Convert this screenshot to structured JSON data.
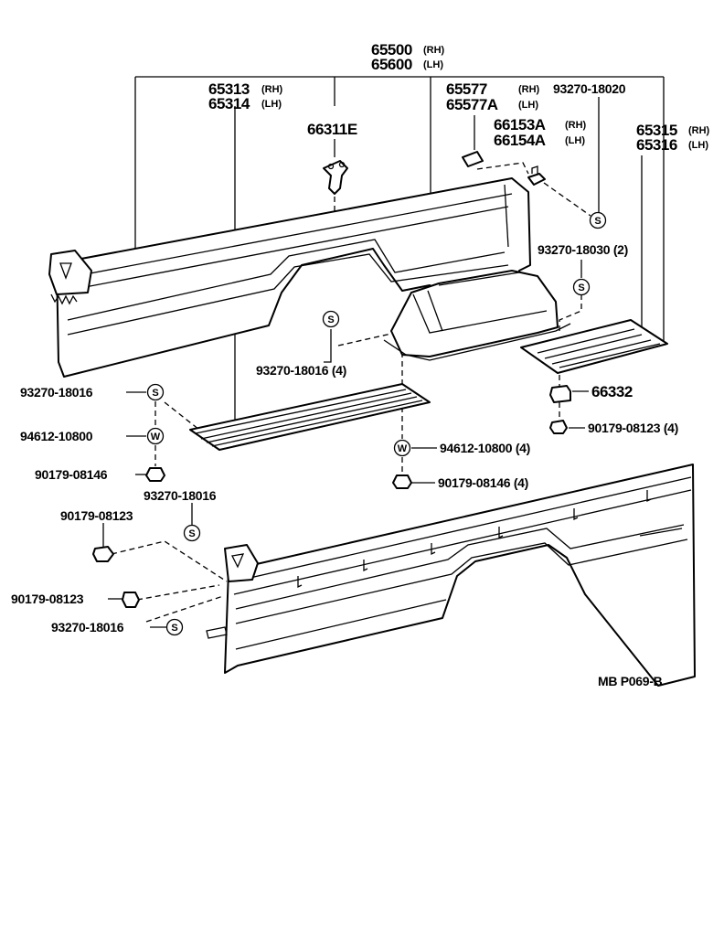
{
  "labels": {
    "assy_rh": "65500",
    "assy_rh_suffix": "(RH)",
    "assy_lh": "65600",
    "assy_lh_suffix": "(LH)",
    "side_rh": "65313",
    "side_rh_suffix": "(RH)",
    "side_lh": "65314",
    "side_lh_suffix": "(LH)",
    "hook": "66311E",
    "bracket_rh": "65577",
    "bracket_rh_suffix": "(RH)",
    "bracket_lh": "65577A",
    "bracket_lh_suffix": "(LH)",
    "screw_top": "93270-18020",
    "clip_rh": "66153A",
    "clip_rh_suffix": "(RH)",
    "clip_lh": "66154A",
    "clip_lh_suffix": "(LH)",
    "floor_rh": "65315",
    "floor_rh_suffix": "(RH)",
    "floor_lh": "65316",
    "floor_lh_suffix": "(LH)",
    "screw_30": "93270-18030 (2)",
    "screw_16_4": "93270-18016 (4)",
    "screw_16_a": "93270-18016",
    "washer_a": "94612-10800",
    "nut_46_a": "90179-08146",
    "cushion": "66332",
    "nut_23_4": "90179-08123 (4)",
    "washer_4": "94612-10800 (4)",
    "nut_46_4": "90179-08146 (4)",
    "screw_16_b": "93270-18016",
    "nut_23_a": "90179-08123",
    "nut_23_b": "90179-08123",
    "screw_16_c": "93270-18016",
    "code": "MB  P069-B"
  },
  "symbols": {
    "screw": "S",
    "washer": "W"
  }
}
